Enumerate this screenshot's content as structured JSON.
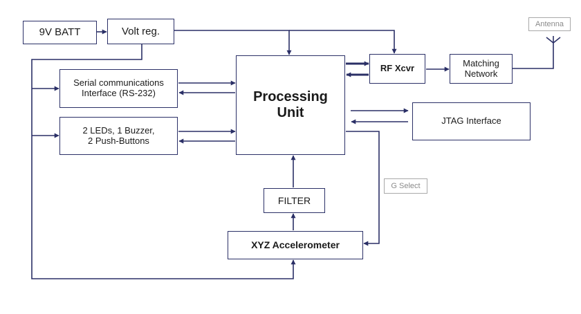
{
  "diagram": {
    "nodes": {
      "batt": "9V BATT",
      "vreg": "Volt reg.",
      "serial": "Serial communications\nInterface (RS-232)",
      "leds": "2 LEDs, 1 Buzzer,\n2 Push-Buttons",
      "proc": "Processing\nUnit",
      "rf": "RF Xcvr",
      "match": "Matching\nNetwork",
      "antenna": "Antenna",
      "jtag": "JTAG Interface",
      "gsel": "G Select",
      "filter": "FILTER",
      "accel": "XYZ Accelerometer"
    },
    "colors": {
      "line": "#2a2f66",
      "box_border": "#2a2f66",
      "label_border": "#a8a8a8",
      "label_text": "#8a8a8a"
    }
  }
}
